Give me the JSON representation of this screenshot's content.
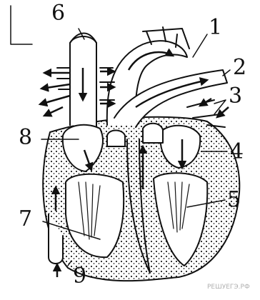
{
  "diagram": {
    "labels": [
      "1",
      "2",
      "3",
      "4",
      "5",
      "6",
      "7",
      "8",
      "9"
    ],
    "watermark": "РЕШУЕГЭ.РФ"
  }
}
